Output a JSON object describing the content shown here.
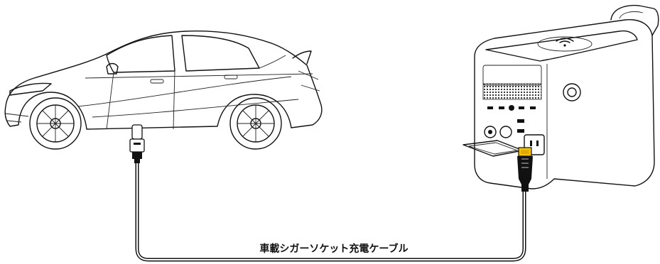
{
  "caption": "車載シガーソケット充電ケーブル",
  "colors": {
    "line": "#111111",
    "connector_accent": "#f5c400",
    "background": "#ffffff"
  },
  "icons": {
    "car": "sedan-car-illustration",
    "station": "portable-power-station-illustration",
    "plug": "cigarette-lighter-plug",
    "connector": "dc-input-connector"
  }
}
